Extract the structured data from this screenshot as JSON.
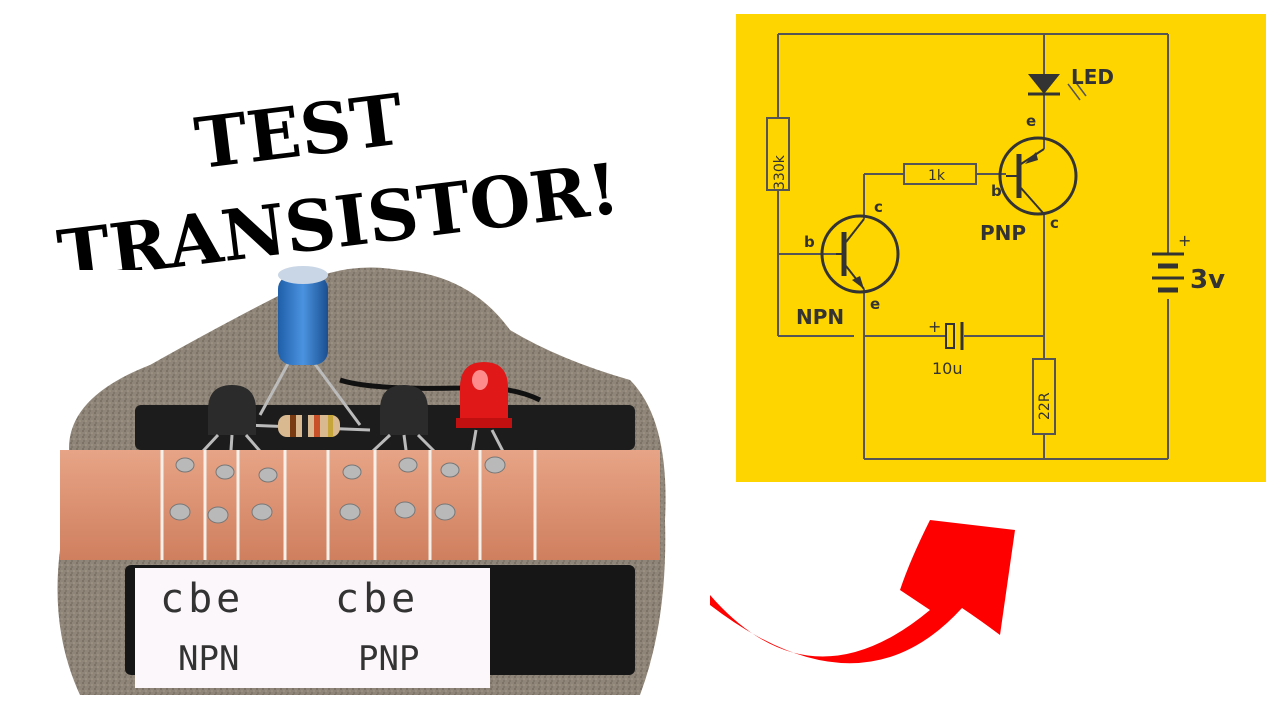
{
  "headline": {
    "line1": "TEST",
    "line2": "TRANSISTOR!"
  },
  "photo": {
    "label_top_left": "cbe",
    "label_top_right": "cbe",
    "label_bottom_left": "NPN",
    "label_bottom_right": "PNP"
  },
  "schematic": {
    "background_color": "#FFD500",
    "r_base": "330k",
    "r_link": "1k",
    "r_load": "22R",
    "capacitor": "10u",
    "cap_plus": "+",
    "led": "LED",
    "npn": "NPN",
    "pnp": "PNP",
    "battery": "3v",
    "battery_plus": "+",
    "pin_b": "b",
    "pin_c": "c",
    "pin_e": "e"
  },
  "arrow": {
    "color": "#FF0000",
    "icon": "curved-arrow-icon"
  }
}
